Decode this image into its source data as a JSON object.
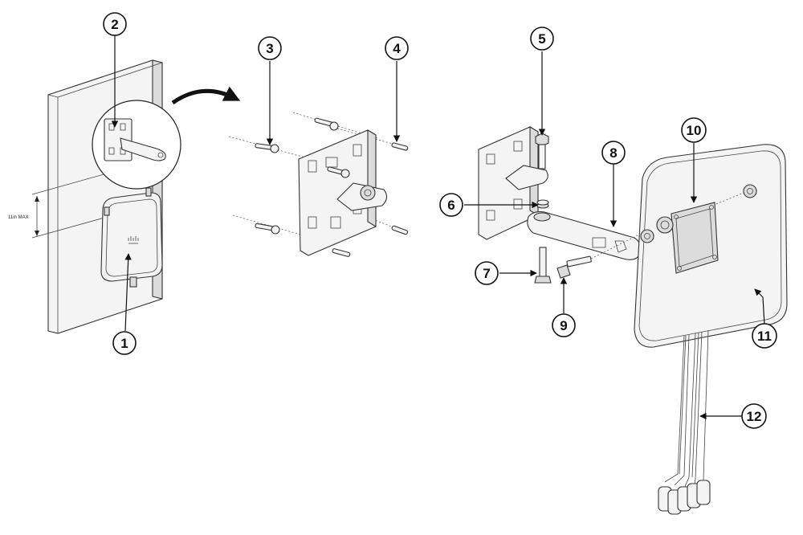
{
  "dimension_label": "11in MAX",
  "callouts": [
    {
      "id": "1",
      "label": "1"
    },
    {
      "id": "2",
      "label": "2"
    },
    {
      "id": "3",
      "label": "3"
    },
    {
      "id": "4",
      "label": "4"
    },
    {
      "id": "5",
      "label": "5"
    },
    {
      "id": "6",
      "label": "6"
    },
    {
      "id": "7",
      "label": "7"
    },
    {
      "id": "8",
      "label": "8"
    },
    {
      "id": "9",
      "label": "9"
    },
    {
      "id": "10",
      "label": "10"
    },
    {
      "id": "11",
      "label": "11"
    },
    {
      "id": "12",
      "label": "12"
    }
  ]
}
